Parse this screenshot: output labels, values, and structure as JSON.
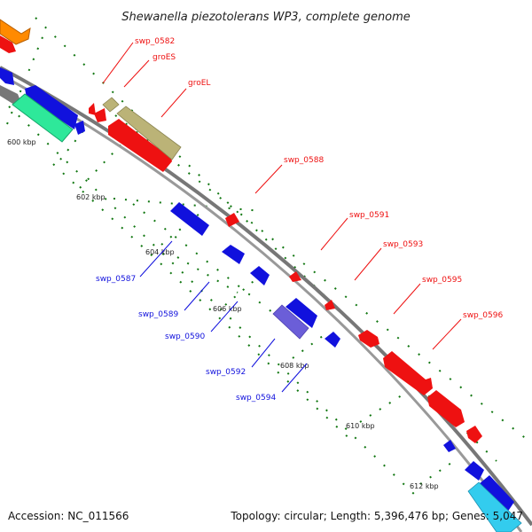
{
  "title": "Shewanella piezotolerans WP3, complete genome",
  "accession": "Accession: NC_011566",
  "topology": "Topology: circular; Length: 5,396,476 bp; Genes: 5,047",
  "ticks": [
    "600 kbp",
    "602 kbp",
    "604 kbp",
    "606 kbp",
    "608 kbp",
    "610 kbp",
    "612 kbp"
  ],
  "labels": {
    "swp_0582": "swp_0582",
    "groES": "groES",
    "groEL": "groEL",
    "swp_0588": "swp_0588",
    "swp_0591": "swp_0591",
    "swp_0593": "swp_0593",
    "swp_0595": "swp_0595",
    "swp_0596": "swp_0596",
    "swp_0587": "swp_0587",
    "swp_0589": "swp_0589",
    "swp_0590": "swp_0590",
    "swp_0592": "swp_0592",
    "swp_0594": "swp_0594"
  },
  "colors": {
    "forward": "#ee1111",
    "reverse": "#0000dd",
    "rna": "#bbb377",
    "reverse_alt": "#6b5ed8",
    "backbone": "#888888",
    "tick": "#117711"
  }
}
